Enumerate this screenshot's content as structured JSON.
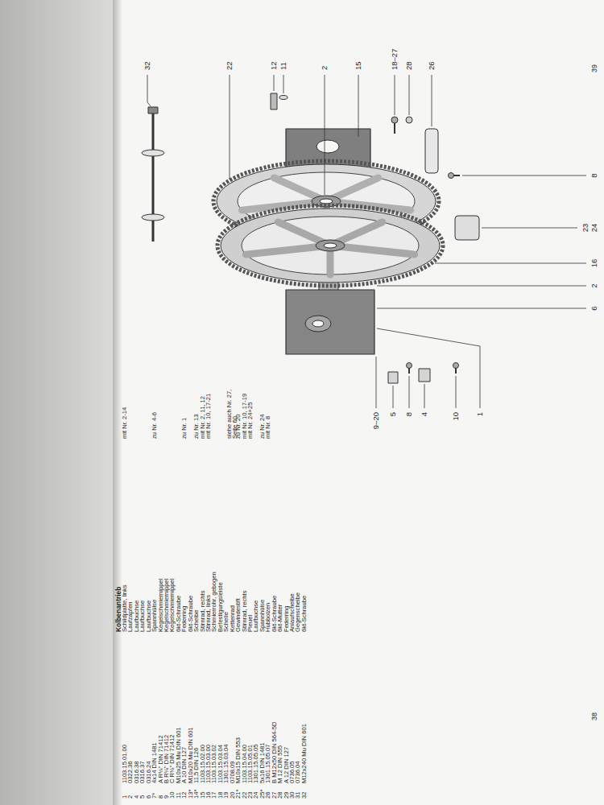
{
  "diagram": {
    "title": "Kolbenantrieb",
    "labels": [
      "1",
      "1103.15.01.00",
      "Schildplatte, links",
      "mit Nr. 2-14",
      "2",
      "0322.36",
      "Laufzapfen",
      "4",
      "0316.38",
      "Laufbuchse",
      "5",
      "0316.37",
      "Laufbuchse",
      "6",
      "0316.24",
      "Laufbuchse",
      "7*",
      "4x14 DIN 1481",
      "Spannhülse",
      "zu Nr. 4-6",
      "8",
      "A R⅛\" DIN 71412",
      "Kegelschmiernippel",
      "9",
      "B R⅛\" DIN 71412",
      "Kegelschmiernippel",
      "10",
      "C R⅛\" DIN 71412",
      "Kegelschmiernippel",
      "11",
      "M10x25 Mu DIN 601",
      "6kt-Schraube",
      "12",
      "A 10 DIN 127",
      "Federring",
      "zu Nr. 1",
      "13*",
      "M10x20 Mu DIN 601",
      "6kt-Schraube",
      "14*",
      "11,5 DIN 126",
      "Scheibe",
      "zu Nr. 13",
      "15",
      "1103.15.02.00",
      "Stirnrad, rechts",
      "mit Nr. 2, 11, 12",
      "16",
      "1103.15.03.00",
      "Stirnrad, links",
      "mit Nr. 10, 17-21",
      "17",
      "1103.15.03.02",
      "Schmierrohr, gebogen",
      "18",
      "1103.15.03.04",
      "Befestigungsleiste",
      "19",
      "1301.15.03.04",
      "Schelle",
      "20",
      "0708.09",
      "Kettenrad",
      "siehe auch Nr. 27, Seite 60",
      "21*",
      "M10x15 DIN 553",
      "Gewindestift",
      "zu Nr. 20",
      "22",
      "1103.15.04.00",
      "Stirnrad, rechts",
      "mit Nr. 10, 17-19",
      "23",
      "1103.15.05.01",
      "Pleuel",
      "mit Nr. 24+25",
      "24",
      "1301.15.05.05",
      "Laufbuchse",
      "25*",
      "5x16 DIN 1481",
      "Spannhülse",
      "zu Nr. 24",
      "26",
      "1301.15.05.07",
      "Hubbolzen",
      "mit Nr. 8",
      "27",
      "B M12x50 DIN 564-5D",
      "6kt-Schraube",
      "28",
      "M 12 DIN 555",
      "6kt-Mutter",
      "29",
      "A 12 DIN 127",
      "Federring",
      "30",
      "0736.05",
      "Anlaufscheibe",
      "31",
      "0736.04",
      "Gegenscheibe",
      "32",
      "M12x240 Mu DIN 601",
      "6kt-Schraube",
      "32",
      "22",
      "12",
      "11",
      "2",
      "15",
      "18–27",
      "28",
      "26",
      "9–20",
      "5",
      "8",
      "4",
      "10",
      "1",
      "6",
      "2",
      "16",
      "23",
      "24",
      "8",
      "38",
      "39"
    ]
  }
}
